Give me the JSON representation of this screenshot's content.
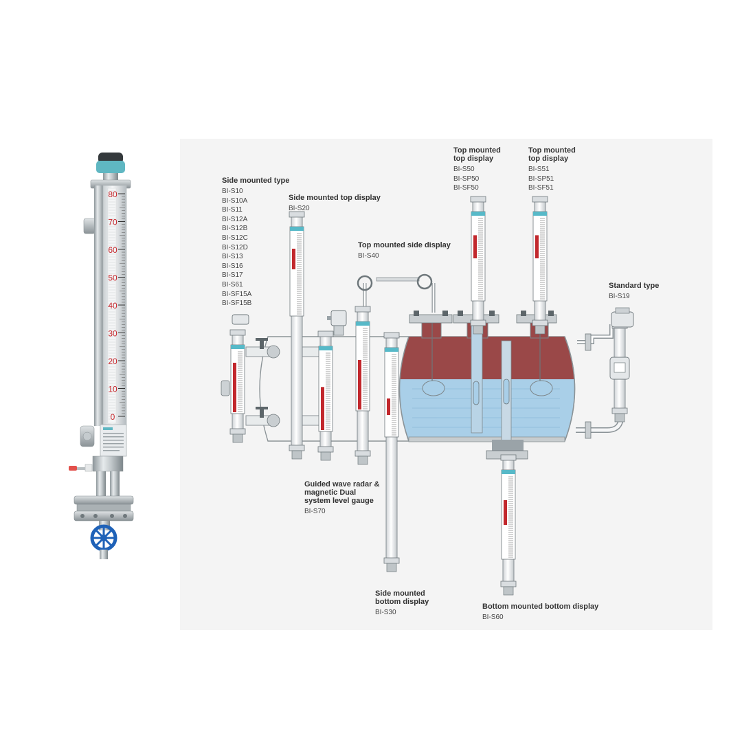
{
  "product_gauge": {
    "scale_ticks": [
      "80",
      "70",
      "60",
      "50",
      "40",
      "30",
      "20",
      "10",
      "0"
    ],
    "fill_level": 0.0,
    "colors": {
      "cap_teal": "#5fb7c2",
      "scale_red": "#c8282d",
      "valve_blue": "#1f62b8"
    }
  },
  "diagram": {
    "colors": {
      "liquid_red": "#9a4848",
      "liquid_blue": "#a9cfe8",
      "steel": "#9aa3a8",
      "band_teal": "#57b9c8",
      "indicator_red": "#c2282d"
    },
    "labels": {
      "side_mounted_type": {
        "title": [
          "Side mounted type"
        ],
        "models": [
          "BI-S10",
          "BI-S10A",
          "BI-S11",
          "BI-S12A",
          "BI-S12B",
          "BI-S12C",
          "BI-S12D",
          "BI-S13",
          "BI-S16",
          "BI-S17",
          "BI-S61",
          "BI-SF15A",
          "BI-SF15B"
        ]
      },
      "side_mounted_top_display": {
        "title": [
          "Side mounted top display"
        ],
        "models": [
          "BI-S20"
        ]
      },
      "top_mounted_side_display": {
        "title": [
          "Top mounted side display"
        ],
        "models": [
          "BI-S40"
        ]
      },
      "top_mounted_top_display_1": {
        "title": [
          "Top mounted",
          "top display"
        ],
        "models": [
          "BI-S50",
          "BI-SP50",
          "BI-SF50"
        ]
      },
      "top_mounted_top_display_2": {
        "title": [
          "Top mounted",
          "top display"
        ],
        "models": [
          "BI-S51",
          "BI-SP51",
          "BI-SF51"
        ]
      },
      "standard_type": {
        "title": [
          "Standard type"
        ],
        "models": [
          "BI-S19"
        ]
      },
      "guided_wave_radar": {
        "title": [
          "Guided wave radar &",
          "magnetic Dual",
          "system level gauge"
        ],
        "models": [
          "BI-S70"
        ]
      },
      "side_mounted_bottom_display": {
        "title": [
          "Side mounted",
          "bottom display"
        ],
        "models": [
          "BI-S30"
        ]
      },
      "bottom_mounted_bottom_display": {
        "title": [
          "Bottom mounted bottom display"
        ],
        "models": [
          "BI-S60"
        ]
      }
    }
  }
}
